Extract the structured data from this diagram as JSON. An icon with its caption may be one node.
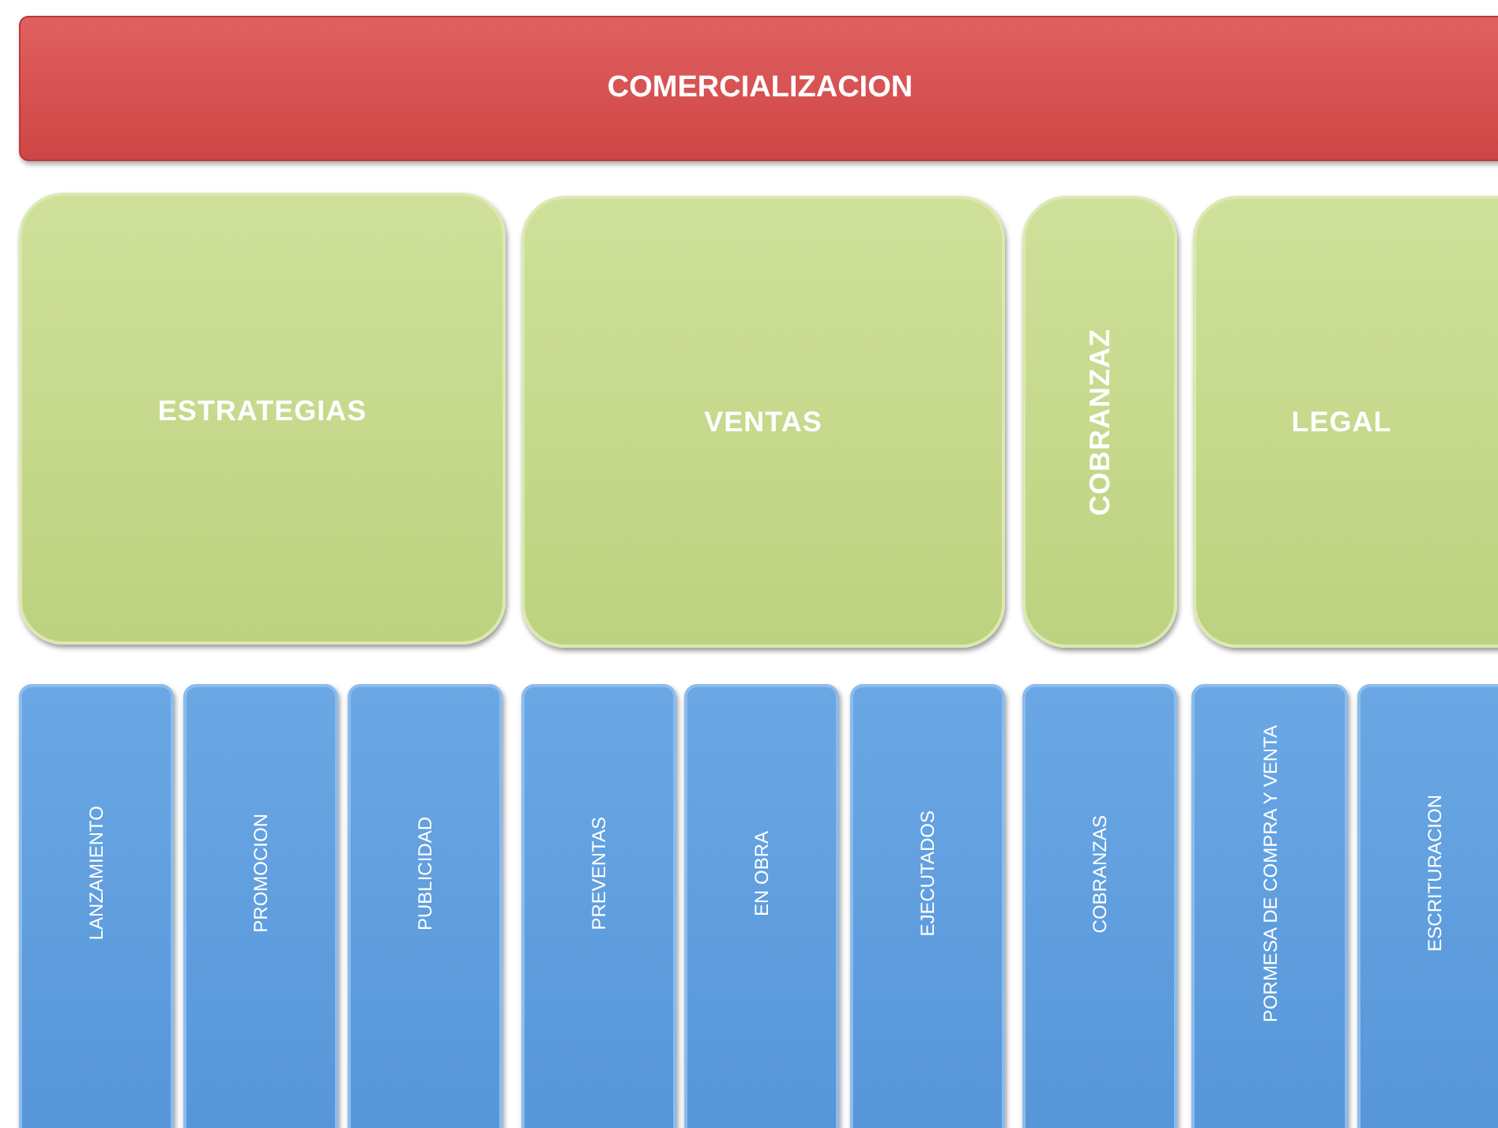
{
  "diagram": {
    "nodes": [
      {
        "text": [
          "COMERCIALIZACION"
        ]
      },
      {
        "text": [
          "ESTRATEGIAS"
        ]
      },
      {
        "text": [
          "VENTAS"
        ]
      },
      {
        "text": [
          "COBRANZAZ"
        ]
      },
      {
        "text": [
          "LEGAL"
        ]
      },
      {
        "text": [
          "LANZAMIENTO"
        ]
      },
      {
        "text": [
          "PROMOCION"
        ]
      },
      {
        "text": [
          "PUBLICIDAD"
        ]
      },
      {
        "text": [
          "PREVENTAS"
        ]
      },
      {
        "text": [
          "EN OBRA"
        ]
      },
      {
        "text": [
          "EJECUTADOS"
        ]
      },
      {
        "text": [
          "COBRANZAS"
        ]
      },
      {
        "text": [
          "PORMESA DE COMPRA Y VENTA"
        ]
      },
      {
        "text": [
          "ESCRITURACION"
        ]
      }
    ],
    "edges": []
  }
}
